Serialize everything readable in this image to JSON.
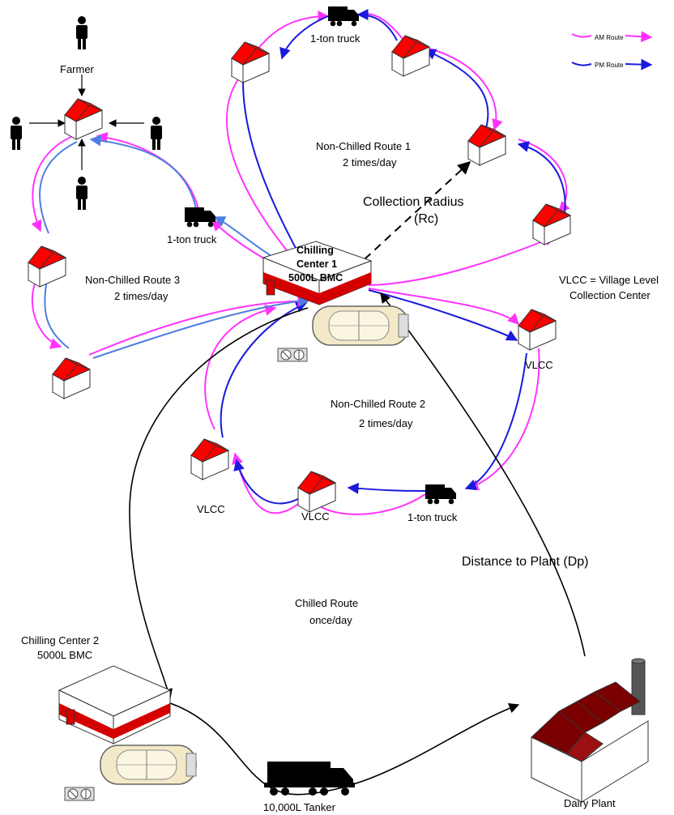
{
  "legend": {
    "am_label": "AM Route",
    "pm_label": "PM Route",
    "am_color": "#ff33ff",
    "pm_color": "#1a1adc"
  },
  "labels": {
    "farmer": "Farmer",
    "truck_top": "1-ton truck",
    "truck_left": "1-ton truck",
    "truck_bottom": "1-ton truck",
    "route1_line1": "Non-Chilled Route 1",
    "route1_line2": "2 times/day",
    "route2_line1": "Non-Chilled Route 2",
    "route2_line2": "2 times/day",
    "route3_line1": "Non-Chilled Route 3",
    "route3_line2": "2 times/day",
    "collection_radius_line1": "Collection Radius",
    "collection_radius_line2": "(Rc)",
    "cc1_line1": "Chilling",
    "cc1_line2": "Center 1",
    "cc1_line3": "5000L BMC",
    "vlcc_def_line1": "VLCC = Village Level",
    "vlcc_def_line2": "Collection Center",
    "vlcc_right": "VLCC",
    "vlcc_bottom_left": "VLCC",
    "vlcc_bottom_mid": "VLCC",
    "distance_to_plant": "Distance to Plant (Dp)",
    "chilled_line1": "Chilled Route",
    "chilled_line2": "once/day",
    "cc2_line1": "Chilling Center 2",
    "cc2_line2": "5000L BMC",
    "tanker": "10,000L Tanker",
    "dairy_plant": "Dairy Plant"
  },
  "colors": {
    "roof": "#ff0000",
    "plant_roof": "#7a0000",
    "building": "#ffffff",
    "tank_fill": "#f3e9c8"
  }
}
